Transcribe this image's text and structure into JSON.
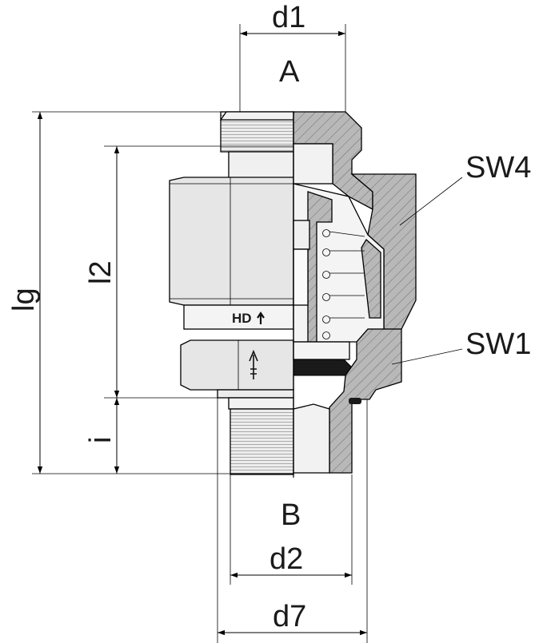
{
  "labels": {
    "d1": "d1",
    "A": "A",
    "B": "B",
    "d2": "d2",
    "d7": "d7",
    "lg": "lg",
    "l2": "l2",
    "i": "i",
    "SW4": "SW4",
    "SW1": "SW1",
    "nut_marking": "HD"
  },
  "colors": {
    "line": "#000000",
    "metal_face": "#e6e6e6",
    "metal_light": "#f2f2f2",
    "section_fill": "#b8b8b8",
    "seal": "#1a1a1a",
    "background": "#ffffff"
  }
}
